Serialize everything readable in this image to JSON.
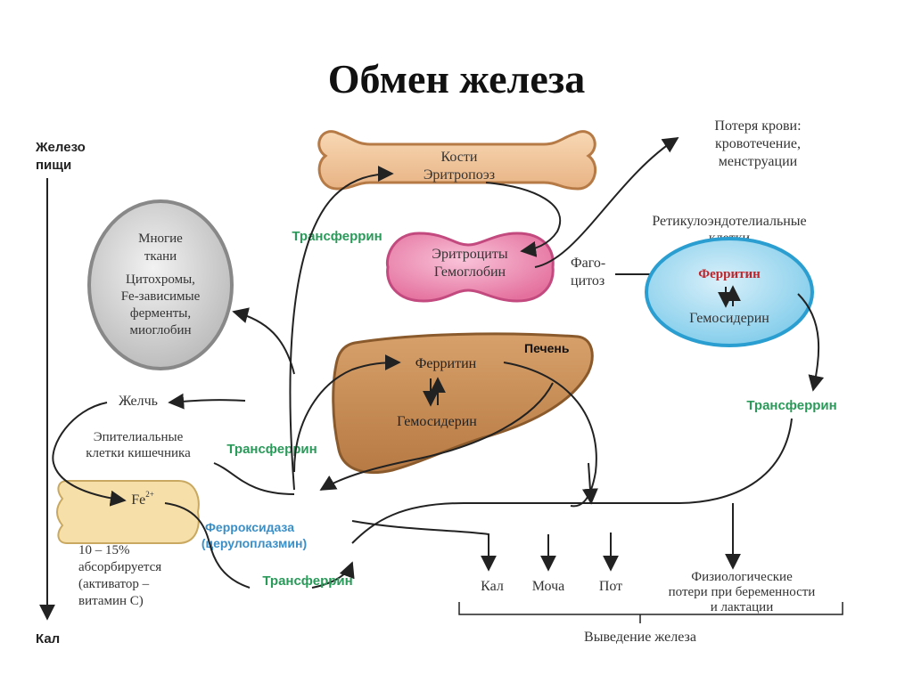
{
  "title": "Обмен железа",
  "colors": {
    "text": "#333333",
    "transferrin": "#2a9a5a",
    "ferroxidase": "#3a8fc8",
    "ferritin_red": "#c0242b",
    "bone_fill": "#f2c69a",
    "bone_stroke": "#b57a45",
    "erythro_fill": "#ee8fb5",
    "erythro_stroke": "#c34a7e",
    "tissue_fill": "#d9d9d9",
    "tissue_stroke": "#888888",
    "reticulo_fill": "#a9dcf0",
    "reticulo_stroke": "#2a9ed0",
    "liver_fill": "#c98d55",
    "liver_stroke": "#8a5a2c",
    "intestine_fill": "#f6dfa8",
    "intestine_stroke": "#c9a961",
    "arrow": "#222222"
  },
  "food_iron": {
    "line1": "Железо",
    "line2": "пищи"
  },
  "stool_left": "Кал",
  "bone": {
    "line1": "Кости",
    "line2": "Эритропоэз"
  },
  "erythrocytes": {
    "line1": "Эритроциты",
    "line2": "Гемоглобин"
  },
  "blood_loss": {
    "line1": "Потеря крови:",
    "line2": "кровотечение,",
    "line3": "менструации"
  },
  "phagocytosis": {
    "line1": "Фаго-",
    "line2": "цитоз"
  },
  "reticulo": {
    "label_line1": "Ретикулоэндотелиальные",
    "label_line2": "клетки",
    "ferritin": "Ферритин",
    "hemosiderin": "Гемосидерин"
  },
  "tissues": {
    "line1": "Многие",
    "line2": "ткани",
    "line3": "Цитохромы,",
    "line4": "Fe-зависимые",
    "line5": "ферменты,",
    "line6": "миоглобин"
  },
  "liver": {
    "label": "Печень",
    "ferritin": "Ферритин",
    "hemosiderin": "Гемосидерин"
  },
  "transferrin": {
    "top": "Трансферрин",
    "middle": "Трансферрин",
    "right": "Трансферрин",
    "bottom": "Трансферрин"
  },
  "bile": "Желчь",
  "epithelial": {
    "line1": "Эпителиальные",
    "line2": "клетки кишечника"
  },
  "fe_ion": {
    "symbol": "Fe",
    "charge": "2+"
  },
  "ferroxidase": {
    "line1": "Ферроксидаза",
    "line2": "(церулоплазмин)"
  },
  "absorption": {
    "line1": "10 – 15%",
    "line2": "абсорбируется",
    "line3": "(активатор –",
    "line4": "витамин С)"
  },
  "excretion": {
    "stool": "Кал",
    "urine": "Моча",
    "sweat": "Пот",
    "physio_line1": "Физиологические",
    "physio_line2": "потери при беременности",
    "physio_line3": "и лактации",
    "label": "Выведение железа"
  }
}
